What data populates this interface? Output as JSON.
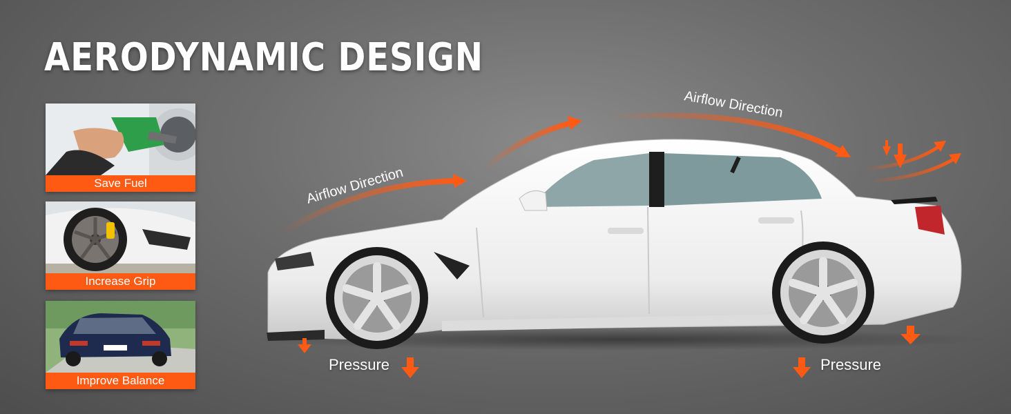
{
  "header": {
    "title": "AERODYNAMIC DESIGN"
  },
  "features": [
    {
      "label": "Save Fuel",
      "icon": "fuel-nozzle-icon"
    },
    {
      "label": "Increase Grip",
      "icon": "wheel-icon"
    },
    {
      "label": "Improve Balance",
      "icon": "car-rear-icon"
    }
  ],
  "diagram": {
    "airflow_front": "Airflow Direction",
    "airflow_roof": "Airflow Direction",
    "pressure_front": "Pressure",
    "pressure_rear": "Pressure"
  },
  "colors": {
    "accent": "#ff5a14",
    "car_body": "#f4f4f4",
    "background": "#6e6e6e"
  }
}
